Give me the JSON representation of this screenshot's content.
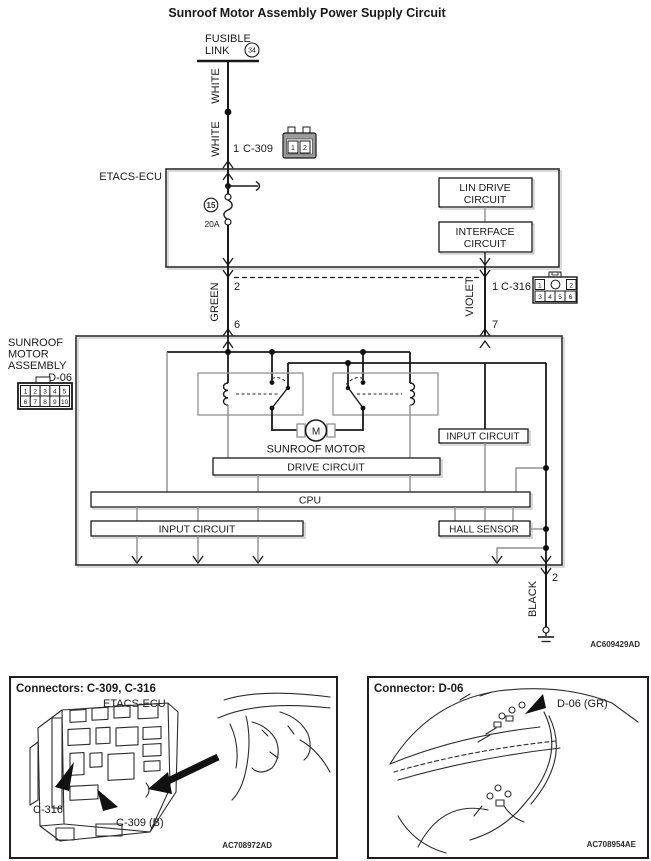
{
  "diagram": {
    "title": "Sunroof Motor Assembly Power Supply Circuit",
    "fusible": {
      "l1": "FUSIBLE",
      "l2": "LINK",
      "num": "34"
    },
    "white": "WHITE",
    "c309_pin": "1",
    "c309": "C-309",
    "ecu": {
      "name": "ETACS-ECU",
      "fuse_no": "15",
      "fuse_amp": "20A",
      "lin1": "LIN DRIVE",
      "lin2": "CIRCUIT",
      "int1": "INTERFACE",
      "int2": "CIRCUIT"
    },
    "green_pin_top": "2",
    "green": "GREEN",
    "green_pin_bot": "6",
    "violet_pin_top": "1",
    "c316": "C-316",
    "violet": "VIOLET",
    "violet_pin_bot": "7",
    "sunroof": {
      "l1": "SUNROOF",
      "l2": "MOTOR",
      "l3": "ASSEMBLY",
      "conn": "D-06"
    },
    "motor_m": "M",
    "motor_label": "SUNROOF MOTOR",
    "drive": "DRIVE CIRCUIT",
    "cpu": "CPU",
    "input": "INPUT CIRCUIT",
    "input_right": "INPUT CIRCUIT",
    "hall": "HALL SENSOR",
    "black_pin": "2",
    "black": "BLACK",
    "code": "AC609429AD",
    "icons": {
      "c309_pins": [
        "1",
        "2"
      ],
      "c316_pins": [
        "1",
        "2",
        "3",
        "4",
        "5",
        "6"
      ],
      "d06_pins": [
        "1",
        "2",
        "3",
        "4",
        "5",
        "6",
        "7",
        "8",
        "9",
        "10"
      ]
    }
  },
  "panel_left": {
    "title": "Connectors: C-309, C-316",
    "ecu_label": "ETACS-ECU",
    "c316_label": "C-316",
    "c309_label": "C-309 (B)",
    "code": "AC708972AD"
  },
  "panel_right": {
    "title": "Connector: D-06",
    "d06_label": "D-06 (GR)",
    "code": "AC708954AE"
  }
}
